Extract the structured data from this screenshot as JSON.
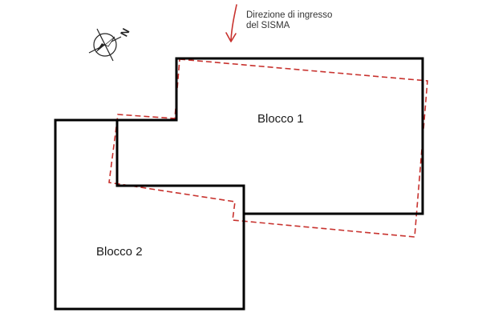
{
  "caption": {
    "line1": "Direzione di ingresso",
    "line2": "del SISMA"
  },
  "blocks": [
    {
      "label": "Blocco 1"
    },
    {
      "label": "Blocco 2"
    }
  ],
  "compass": {
    "north_label": "N"
  },
  "colors": {
    "outline": "#000000",
    "displaced_outline": "#c8322e",
    "arrow": "#c8322e"
  },
  "icons": {
    "arrow": "down-arrow-icon",
    "compass": "compass-icon"
  }
}
